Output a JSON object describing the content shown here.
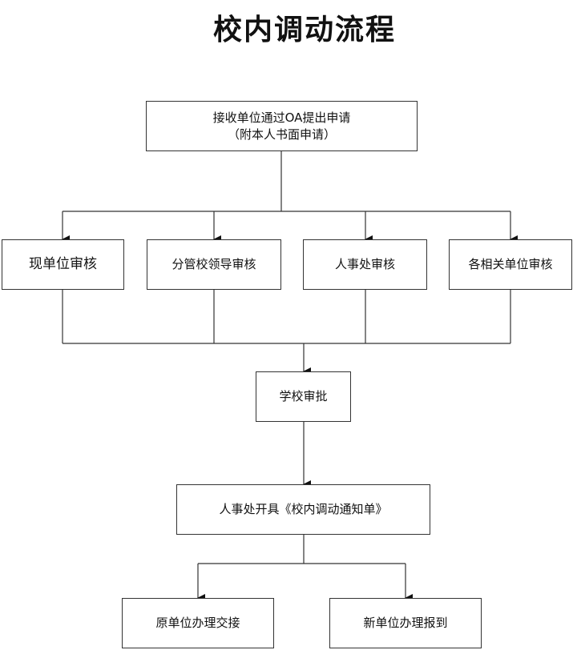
{
  "title": "校内调动流程",
  "nodes": {
    "apply": {
      "line1": "接收单位通过OA提出申请",
      "line2": "（附本人书面申请）"
    },
    "review_current_unit": "现单位审核",
    "review_leader": "分管校领导审核",
    "review_hr": "人事处审核",
    "review_related": "各相关单位审核",
    "school_approval": "学校审批",
    "notice": "人事处开具《校内调动通知单》",
    "handover": "原单位办理交接",
    "report": "新单位办理报到"
  }
}
